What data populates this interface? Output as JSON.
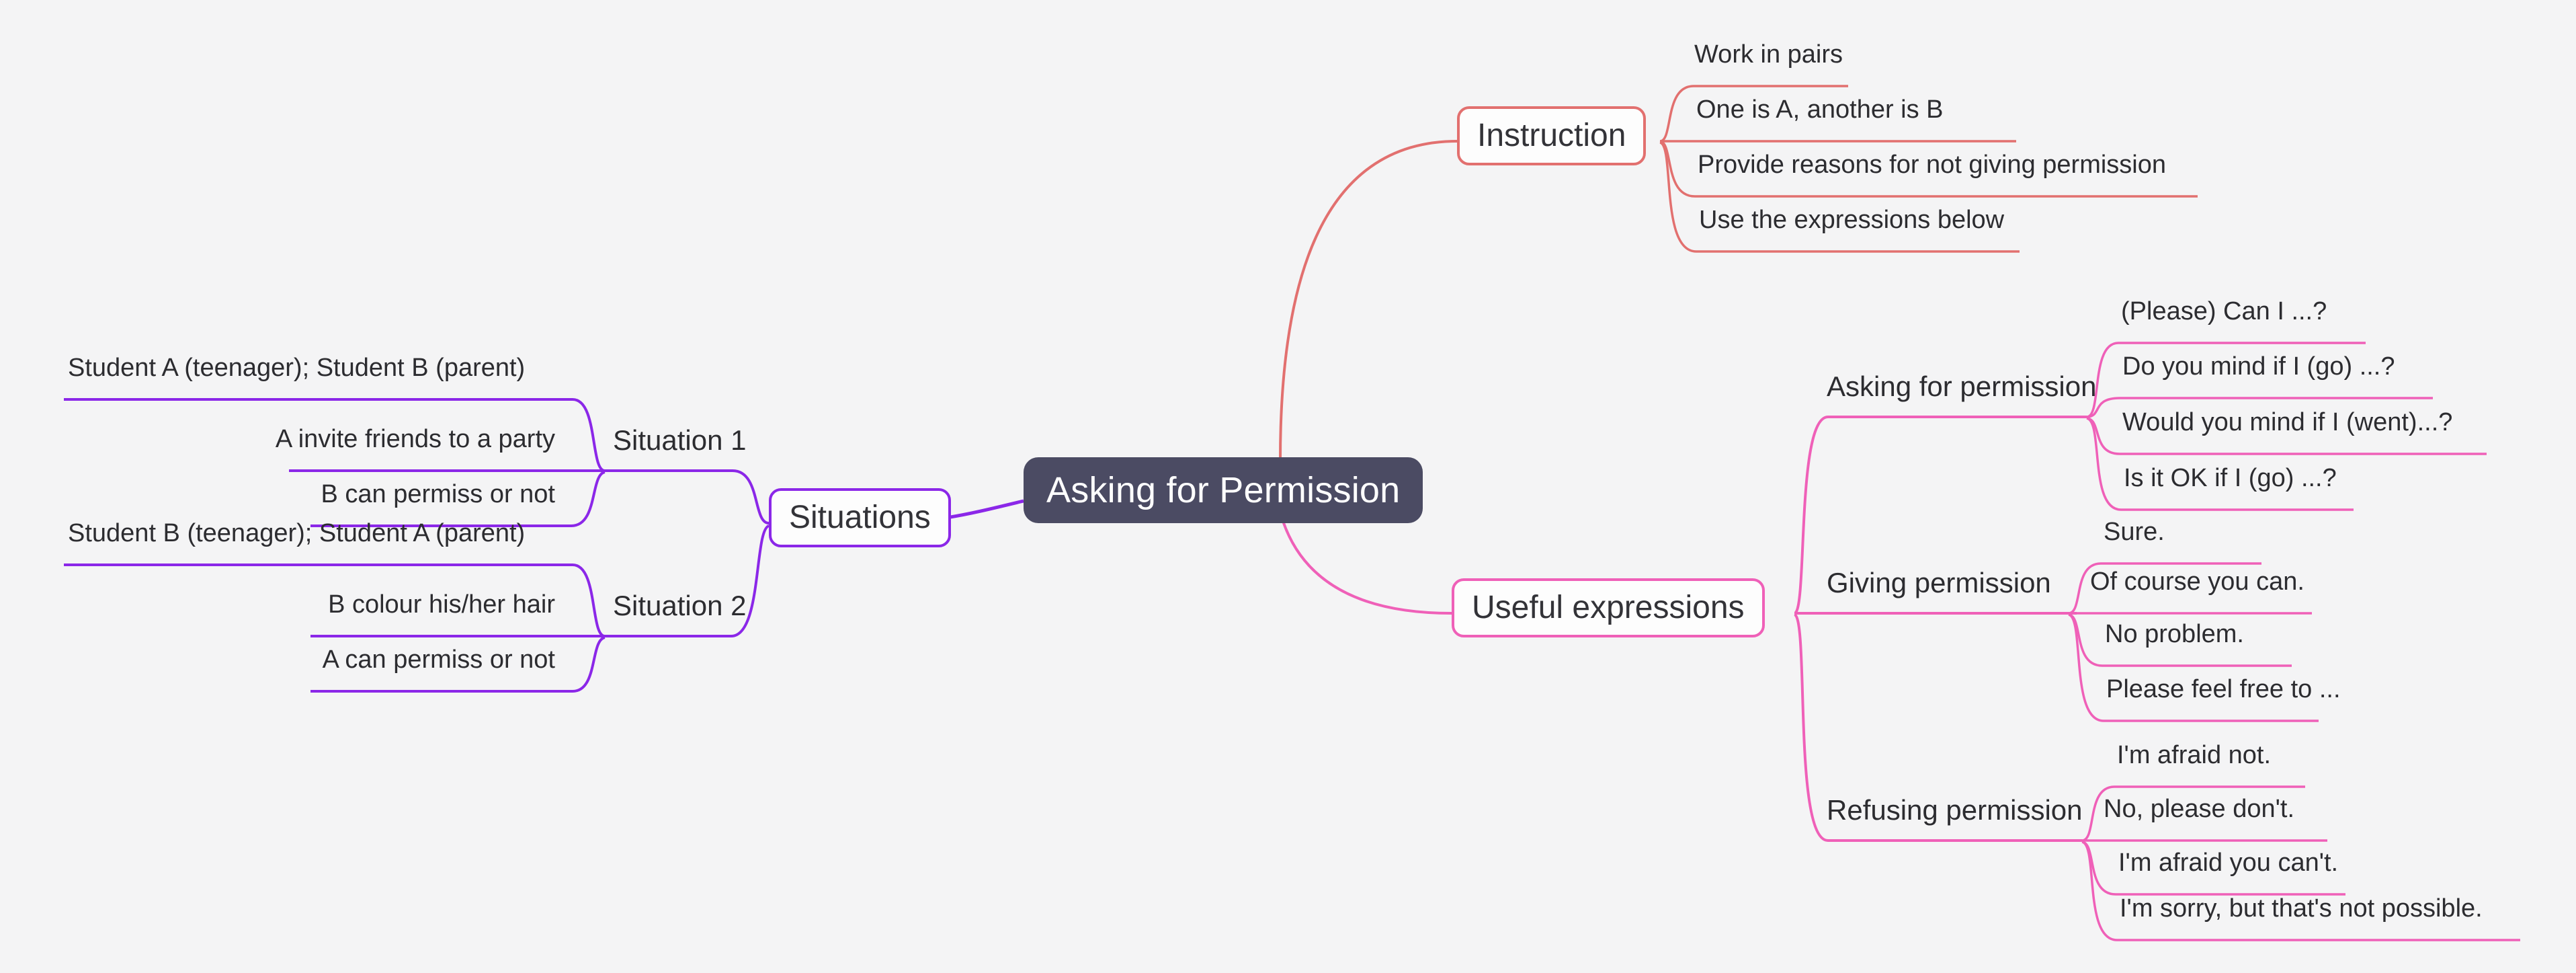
{
  "meta": {
    "background_color": "#f4f4f5",
    "title": "Asking for Permission"
  },
  "colors": {
    "root_fill": "#4b4b63",
    "root_text": "#ffffff",
    "instruction_branch": "#e2706f",
    "useful_expressions_branch": "#ef60b8",
    "situations_branch": "#8b27e8",
    "node_fill": "#fdfdfd",
    "text": "#2c2c30"
  },
  "root": {
    "label": "Asking for Permission"
  },
  "branches": [
    {
      "id": "instruction",
      "label": "Instruction",
      "color": "#e2706f",
      "side": "right",
      "children": [
        {
          "label": "Work in pairs"
        },
        {
          "label": "One is A, another is B"
        },
        {
          "label": "Provide reasons for not giving permission"
        },
        {
          "label": "Use the expressions below"
        }
      ]
    },
    {
      "id": "useful-expressions",
      "label": "Useful expressions",
      "color": "#ef60b8",
      "side": "right",
      "groups": [
        {
          "id": "asking-for-permission",
          "label": "Asking for permission",
          "children": [
            {
              "label": "(Please) Can I ...?"
            },
            {
              "label": "Do you mind if I (go) ...?"
            },
            {
              "label": "Would you mind if I (went)...?"
            },
            {
              "label": "Is it OK if I (go) ...?"
            }
          ]
        },
        {
          "id": "giving-permission",
          "label": "Giving permission",
          "children": [
            {
              "label": "Sure."
            },
            {
              "label": "Of course you can."
            },
            {
              "label": "No problem."
            },
            {
              "label": "Please feel free to ..."
            }
          ]
        },
        {
          "id": "refusing-permission",
          "label": "Refusing permission",
          "children": [
            {
              "label": "I'm afraid not."
            },
            {
              "label": "No, please don't."
            },
            {
              "label": "I'm afraid you can't."
            },
            {
              "label": "I'm sorry, but that's not possible."
            }
          ]
        }
      ]
    },
    {
      "id": "situations",
      "label": "Situations",
      "color": "#8b27e8",
      "side": "left",
      "groups": [
        {
          "id": "situation-1",
          "label": "Situation 1",
          "children": [
            {
              "label": "Student A (teenager); Student B (parent)"
            },
            {
              "label": "A invite friends to a party"
            },
            {
              "label": "B can permiss or not"
            }
          ]
        },
        {
          "id": "situation-2",
          "label": "Situation 2",
          "children": [
            {
              "label": "Student B (teenager); Student A (parent)"
            },
            {
              "label": "B colour his/her hair"
            },
            {
              "label": "A can permiss or not"
            }
          ]
        }
      ]
    }
  ]
}
